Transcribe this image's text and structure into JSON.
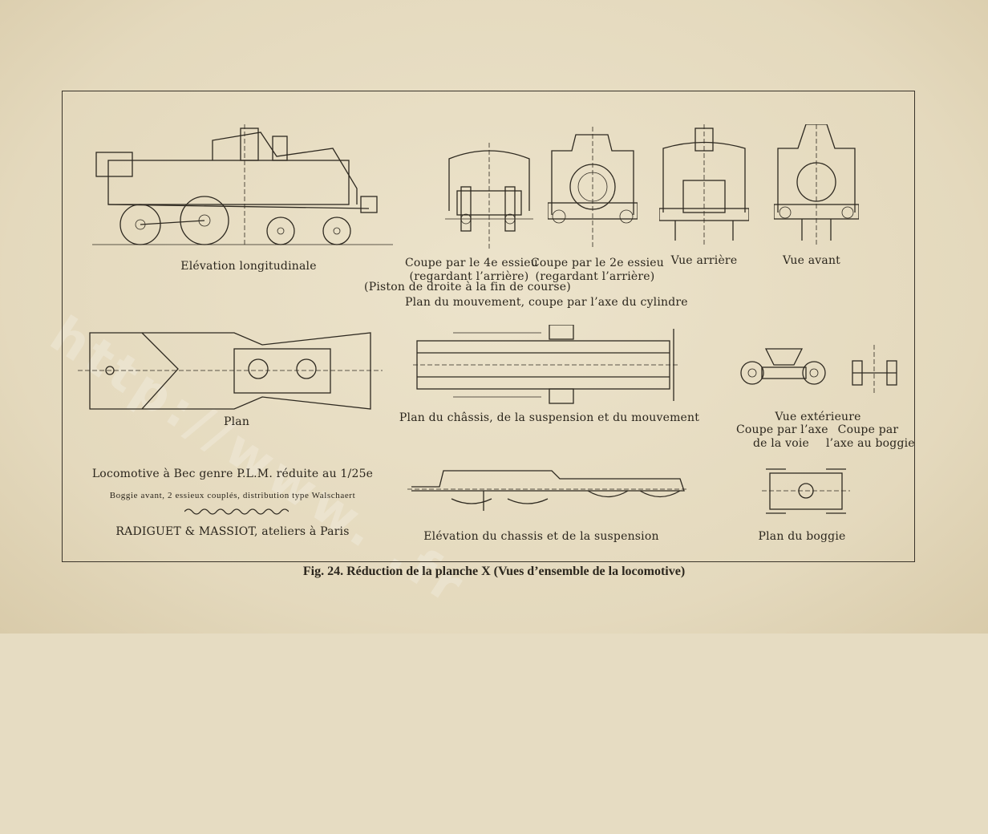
{
  "plate": {
    "captions": {
      "elevation": "Elévation longitudinale",
      "coupe4_line1": "Coupe par le 4e essieu",
      "coupe4_line2": "(regardant l’arrière)",
      "coupe2_line1": "Coupe par le 2e essieu",
      "coupe2_line2": "(regardant l’arrière)",
      "vue_arriere": "Vue arrière",
      "vue_avant": "Vue avant",
      "piston": "(Piston de droite à la fin de course)",
      "plan_mouvement": "Plan du mouvement, coupe par l’axe du cylindre",
      "plan": "Plan",
      "plan_chassis": "Plan du châssis, de la suspension et du mouvement",
      "vue_exterieure": "Vue extérieure",
      "coupe_voie_line1": "Coupe par l’axe",
      "coupe_voie_line2": "de la voie",
      "coupe_boggie_line1": "Coupe par",
      "coupe_boggie_line2": "l’axe au boggie",
      "elevation_chassis": "Elévation du chassis et de la suspension",
      "plan_boggie": "Plan du boggie"
    },
    "title_block": {
      "line1": "Locomotive à Bec genre P.L.M. réduite au 1/25e",
      "line2": "Boggie avant, 2 essieux couplés, distribution type Walschaert",
      "line3": "RADIGUET & MASSIOT, ateliers à Paris"
    }
  },
  "figure_caption": "Fig. 24. Réduction de la planche X (Vues d’ensemble de la locomotive)",
  "watermark": "http://www.                .fr"
}
